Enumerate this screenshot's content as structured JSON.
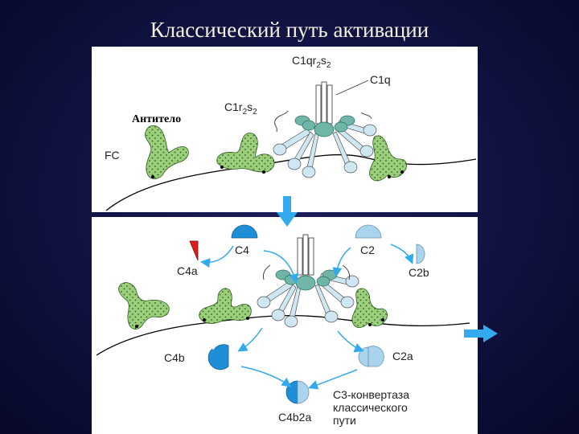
{
  "slide": {
    "title": "Классический путь активации"
  },
  "top_panel": {
    "labels": {
      "c1q_complex": "C1qr",
      "c1q_complex_sub": "2",
      "c1q_complex_s": "s",
      "c1q_complex_s_sub": "2",
      "c1q": "C1q",
      "c1r2s2": "C1r",
      "c1r2s2_sub": "2",
      "c1r2s2_s": "s",
      "c1r2s2_s_sub": "2",
      "antibody": "Антитело",
      "fc": "FC"
    }
  },
  "bottom_panel": {
    "labels": {
      "c4": "C4",
      "c2": "C2",
      "c4a": "C4a",
      "c2b": "C2b",
      "c4b": "C4b",
      "c2a": "C2a",
      "c4b2a": "C4b2a",
      "convertase_line1": "C3-конвертаза",
      "convertase_line2": "классического",
      "convertase_line3": "пути"
    }
  },
  "colors": {
    "background": "#101240",
    "title": "#f4f1e3",
    "antibody": "#9ccf7c",
    "c1q_head": "#cfe7f3",
    "c1r_s": "#6fb6a8",
    "c4": "#1e8fd6",
    "c2": "#aad4ee",
    "c4a": "#e01b1b",
    "arrow": "#33aaee"
  }
}
